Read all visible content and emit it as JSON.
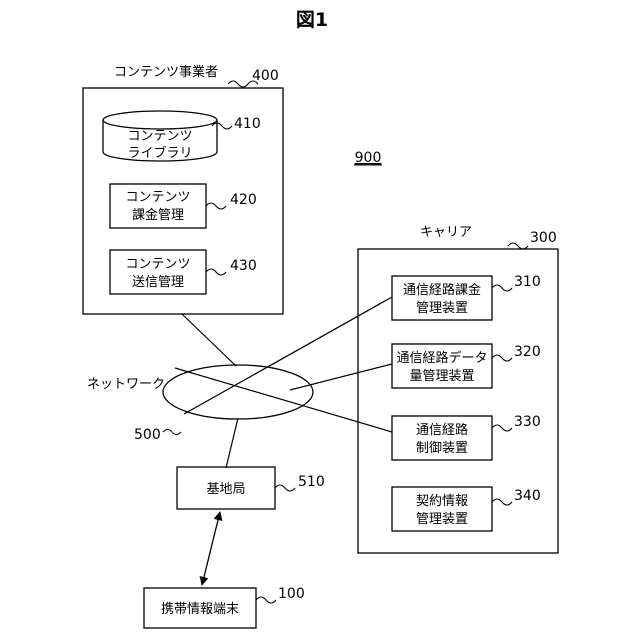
{
  "figure_title": "図1",
  "system_ref": "900",
  "content_provider": {
    "label": "コンテンツ事業者",
    "ref": "400",
    "library": {
      "line1": "コンテンツ",
      "line2": "ライブラリ",
      "ref": "410"
    },
    "billing": {
      "line1": "コンテンツ",
      "line2": "課金管理",
      "ref": "420"
    },
    "transmission": {
      "line1": "コンテンツ",
      "line2": "送信管理",
      "ref": "430"
    }
  },
  "network": {
    "label": "ネットワーク",
    "ref": "500"
  },
  "carrier": {
    "label": "キャリア",
    "ref": "300",
    "route_billing": {
      "line1": "通信経路課金",
      "line2": "管理装置",
      "ref": "310"
    },
    "route_data": {
      "line1": "通信経路データ",
      "line2": "量管理装置",
      "ref": "320"
    },
    "route_control": {
      "line1": "通信経路",
      "line2": "制御装置",
      "ref": "330"
    },
    "contract": {
      "line1": "契約情報",
      "line2": "管理装置",
      "ref": "340"
    }
  },
  "base_station": {
    "label": "基地局",
    "ref": "510"
  },
  "terminal": {
    "label": "携帯情報端末",
    "ref": "100"
  }
}
